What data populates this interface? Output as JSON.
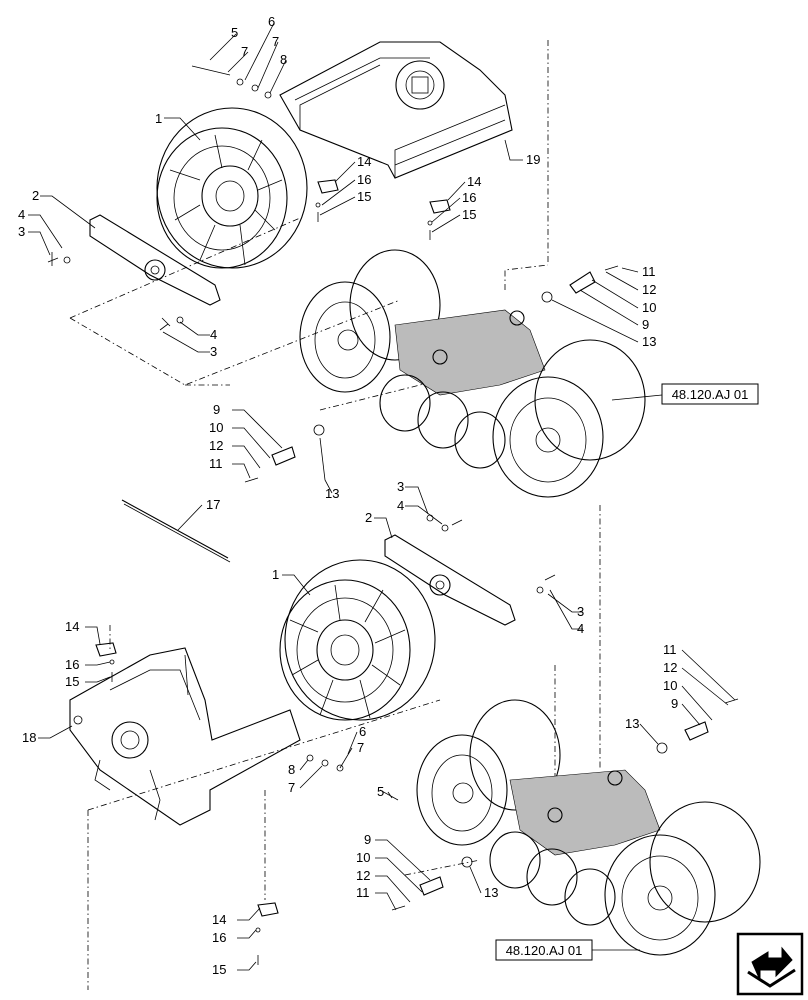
{
  "diagram": {
    "callouts": {
      "c1a": "1",
      "c1b": "1",
      "c2a": "2",
      "c2b": "2",
      "c3a": "3",
      "c3b": "3",
      "c3c": "3",
      "c3d": "3",
      "c4a": "4",
      "c4b": "4",
      "c4c": "4",
      "c4d": "4",
      "c5a": "5",
      "c5b": "5",
      "c6a": "6",
      "c6b": "6",
      "c7a": "7",
      "c7b": "7",
      "c7c": "7",
      "c7d": "7",
      "c8a": "8",
      "c8b": "8",
      "c9a": "9",
      "c9b": "9",
      "c9c": "9",
      "c9d": "9",
      "c10a": "10",
      "c10b": "10",
      "c10c": "10",
      "c10d": "10",
      "c11a": "11",
      "c11b": "11",
      "c11c": "11",
      "c11d": "11",
      "c12a": "12",
      "c12b": "12",
      "c12c": "12",
      "c12d": "12",
      "c13a": "13",
      "c13b": "13",
      "c13c": "13",
      "c13d": "13",
      "c14a": "14",
      "c14b": "14",
      "c14c": "14",
      "c14d": "14",
      "c15a": "15",
      "c15b": "15",
      "c15c": "15",
      "c15d": "15",
      "c16a": "16",
      "c16b": "16",
      "c16c": "16",
      "c16d": "16",
      "c17": "17",
      "c18": "18",
      "c19": "19"
    },
    "references": {
      "upper": "48.120.AJ 01",
      "lower": "48.120.AJ 01"
    },
    "nav_icon": "page-navigation-arrow-icon"
  }
}
